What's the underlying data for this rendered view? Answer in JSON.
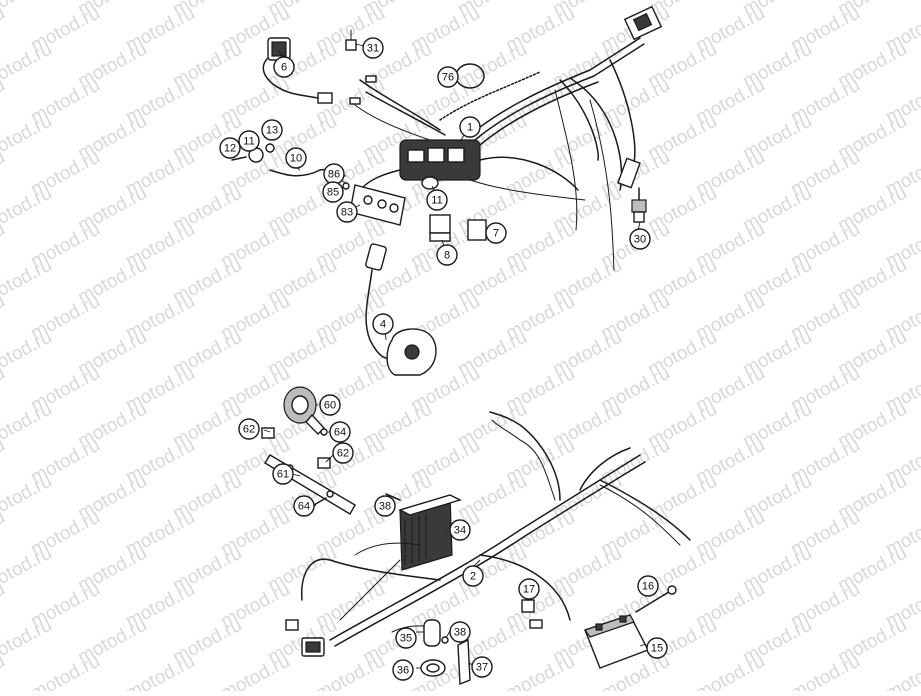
{
  "watermark": "motod.ru",
  "callouts": [
    "31",
    "6",
    "76",
    "1",
    "12",
    "11",
    "13",
    "10",
    "86",
    "85",
    "83",
    "11",
    "8",
    "7",
    "30",
    "4",
    "60",
    "62",
    "64",
    "62",
    "61",
    "64",
    "38",
    "34",
    "2",
    "17",
    "16",
    "35",
    "38",
    "15",
    "36",
    "37"
  ]
}
